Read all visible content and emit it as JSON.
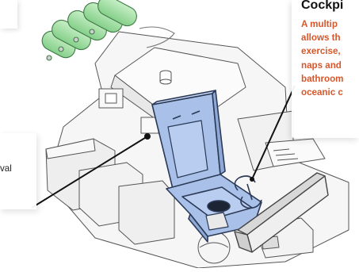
{
  "callouts": {
    "cockpit": {
      "title": "Cockpi",
      "lines": [
        "A multip",
        "allows th",
        "exercise,",
        "naps and",
        "bathroom",
        "oceanic c"
      ]
    },
    "left": {
      "text_fragment": "val"
    }
  },
  "colors": {
    "seat_blue": "#a9c1e8",
    "seat_outline": "#2b3a57",
    "tank_green": "#9edba0",
    "accent_orange": "#d8572a",
    "hull_grey": "#f1f1f1"
  },
  "icons": {
    "hull": "boat-hull-illustration",
    "tanks": "gas-cylinder-icon",
    "seat": "reclining-seat-icon",
    "lever": "control-lever-icon",
    "screen": "display-panel-icon",
    "pointer": "leader-line"
  }
}
